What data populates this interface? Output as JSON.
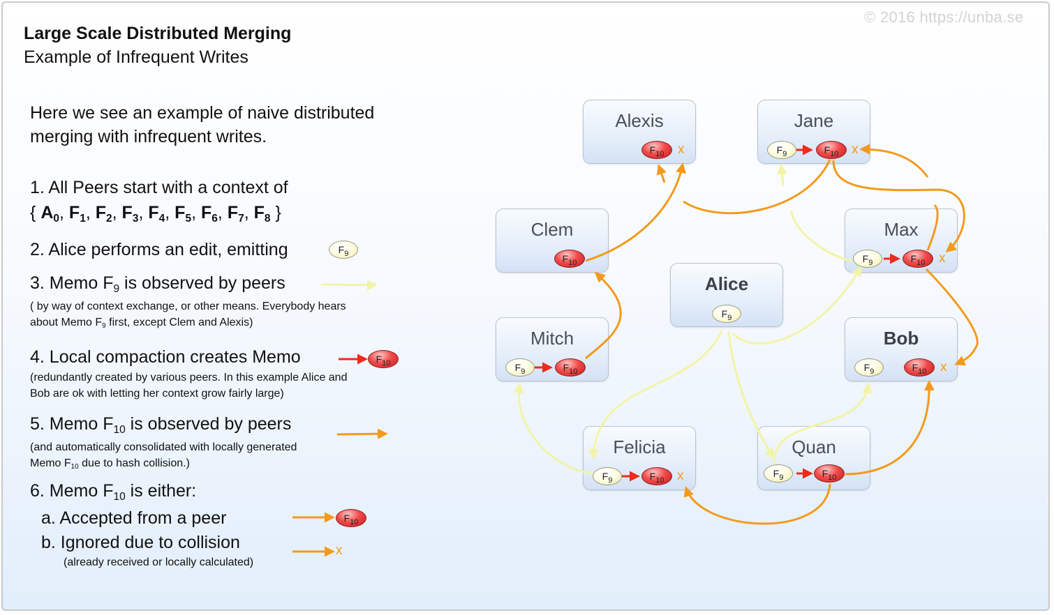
{
  "header": {
    "title": "Large Scale Distributed Merging",
    "subtitle": "Example of Infrequent Writes",
    "copyright": "© 2016  https://unba.se"
  },
  "intro": [
    "Here we see an example of naive distributed",
    "merging with infrequent writes."
  ],
  "steps": {
    "s1": {
      "line1": "1. All Peers start with a context of",
      "context": [
        {
          "letter": "A",
          "sub": "0"
        },
        {
          "letter": "F",
          "sub": "1"
        },
        {
          "letter": "F",
          "sub": "2"
        },
        {
          "letter": "F",
          "sub": "3"
        },
        {
          "letter": "F",
          "sub": "4"
        },
        {
          "letter": "F",
          "sub": "5"
        },
        {
          "letter": "F",
          "sub": "6"
        },
        {
          "letter": "F",
          "sub": "7"
        },
        {
          "letter": "F",
          "sub": "8"
        }
      ],
      "open_brace": "{",
      "close_brace": "}"
    },
    "s2": {
      "text": "2. Alice performs an edit, emitting"
    },
    "s3": {
      "pre": "3. Memo F",
      "sub": "9",
      "post": " is observed by peers",
      "note1": "( by way of context exchange, or other means. Everybody hears",
      "note2_pre": "about Memo F",
      "note2_sub": "9",
      "note2_post": " first, except Clem and Alexis)"
    },
    "s4": {
      "text": "4. Local compaction creates Memo",
      "note1": "(redundantly created by various peers. In this example Alice and",
      "note2": "Bob are ok with letting her context grow fairly large)"
    },
    "s5": {
      "pre": "5. Memo F",
      "sub": "10",
      "post": " is observed by peers",
      "note1": "(and automatically consolidated with locally generated",
      "note2_pre": "Memo F",
      "note2_sub": "10",
      "note2_post": " due to hash collision.)"
    },
    "s6": {
      "pre": "6. Memo F",
      "sub": "10",
      "post": " is either:",
      "a": "a. Accepted from a peer",
      "b": "b. Ignored due to collision",
      "b_note": "(already received or locally calculated)"
    }
  },
  "memo_labels": {
    "f9_letter": "F",
    "f9_sub": "9",
    "f10_letter": "F",
    "f10_sub": "10",
    "ignored_mark": "x"
  },
  "peers": {
    "alexis": "Alexis",
    "jane": "Jane",
    "clem": "Clem",
    "max": "Max",
    "alice": "Alice",
    "mitch": "Mitch",
    "bob": "Bob",
    "felicia": "Felicia",
    "quan": "Quan"
  },
  "colors": {
    "f9_arrow": "#f3f3a8",
    "f10_arrow": "#f39a1b",
    "compaction_arrow": "#ee2a1a",
    "memo_f9": "#fff7c8",
    "memo_f10": "#e83434",
    "ignored_mark": "#f39a1b"
  }
}
